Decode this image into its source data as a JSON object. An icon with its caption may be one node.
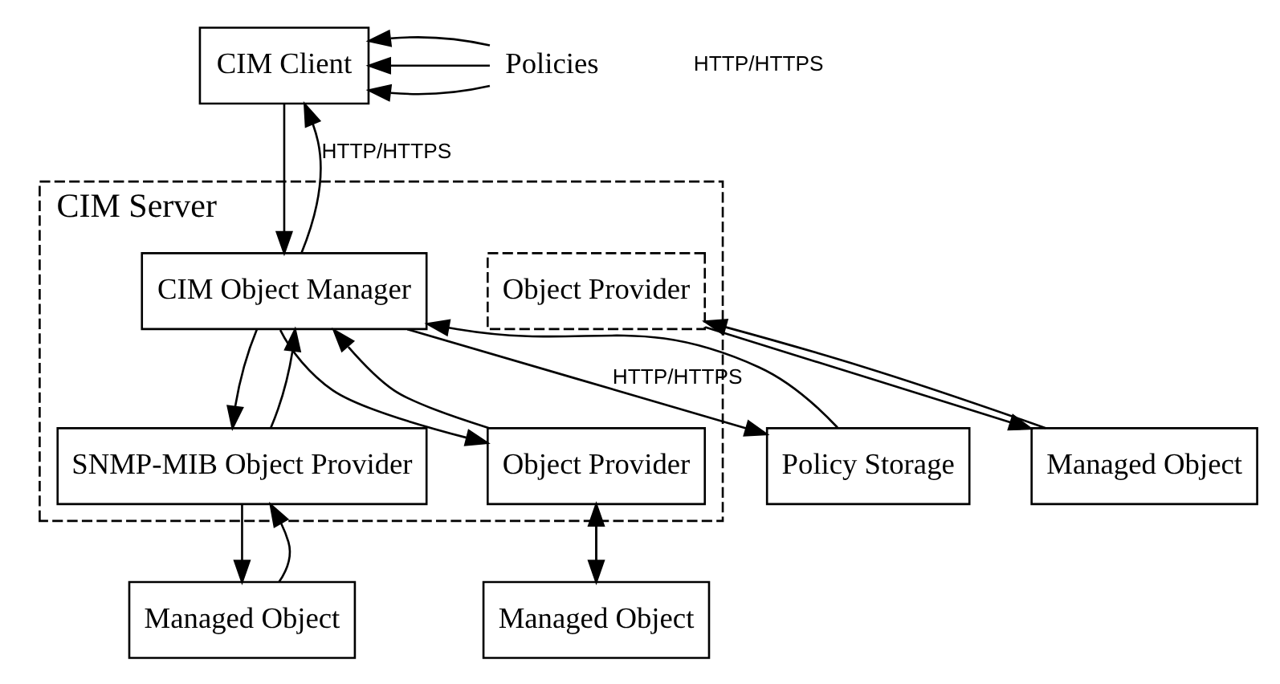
{
  "diagram": {
    "nodes": [
      {
        "text": [
          "CIM Client"
        ]
      },
      {
        "text": [
          "Policies"
        ]
      },
      {
        "text": [
          "CIM Server"
        ]
      },
      {
        "text": [
          "CIM Object Manager"
        ],
        "in": 2
      },
      {
        "text": [
          "Object Provider"
        ],
        "in": 2
      },
      {
        "text": [
          "SNMP-MIB Object Provider"
        ],
        "in": 2
      },
      {
        "text": [
          "Object Provider"
        ],
        "in": 2
      },
      {
        "text": [
          "Policy Storage"
        ]
      },
      {
        "text": [
          "Managed Object"
        ]
      },
      {
        "text": [
          "Managed Object"
        ]
      },
      {
        "text": [
          "Managed Object"
        ]
      }
    ],
    "edges": [
      {
        "from": 1,
        "to": 0,
        "arrow": "to"
      },
      {
        "from": 1,
        "to": 0,
        "arrow": "to"
      },
      {
        "from": 1,
        "to": 0,
        "arrow": "to"
      },
      {
        "from": 0,
        "to": 3,
        "arrow": "to"
      },
      {
        "from": 3,
        "to": 0,
        "arrow": "to",
        "label": "HTTP/HTTPS"
      },
      {
        "from": 3,
        "to": 7,
        "arrow": "to",
        "label": "HTTP/HTTPS"
      },
      {
        "from": 7,
        "to": 3,
        "arrow": "to"
      },
      {
        "from": 3,
        "to": 5,
        "arrow": "to"
      },
      {
        "from": 5,
        "to": 3,
        "arrow": "to"
      },
      {
        "from": 3,
        "to": 6,
        "arrow": "to"
      },
      {
        "from": 6,
        "to": 3,
        "arrow": "to"
      },
      {
        "from": 4,
        "to": 8,
        "arrow": "to"
      },
      {
        "from": 8,
        "to": 4,
        "arrow": "to"
      },
      {
        "from": 5,
        "to": 9,
        "arrow": "to"
      },
      {
        "from": 9,
        "to": 5,
        "arrow": "to"
      },
      {
        "from": 6,
        "to": 10,
        "arrow": "to"
      },
      {
        "from": 10,
        "to": 6,
        "arrow": "to"
      }
    ],
    "labels": [
      "HTTP/HTTPS"
    ]
  }
}
